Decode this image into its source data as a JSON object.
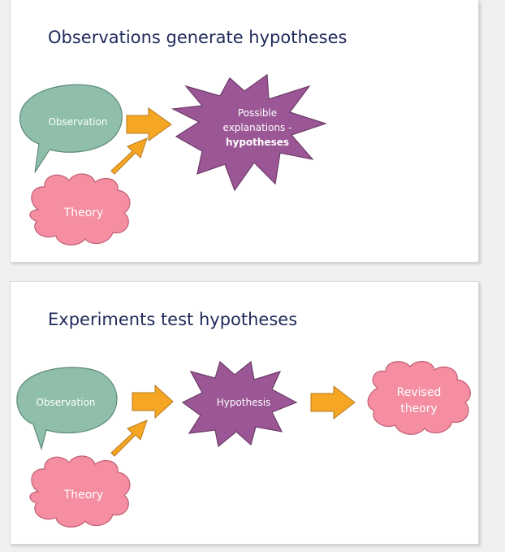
{
  "slides": [
    {
      "title": "Observations generate hypotheses",
      "observation": "Observation",
      "theory": "Theory",
      "result_line1": "Possible",
      "result_line2": "explanations -",
      "result_line3": "hypotheses"
    },
    {
      "title": "Experiments test hypotheses",
      "observation": "Observation",
      "theory": "Theory",
      "hypothesis": "Hypothesis",
      "revised_line1": "Revised",
      "revised_line2": "theory"
    }
  ],
  "colors": {
    "observation_fill": "#8fbfaa",
    "theory_fill": "#f48ea0",
    "star_fill": "#9b5795",
    "arrow_fill": "#f5a623",
    "title_text": "#1f2a5a"
  }
}
